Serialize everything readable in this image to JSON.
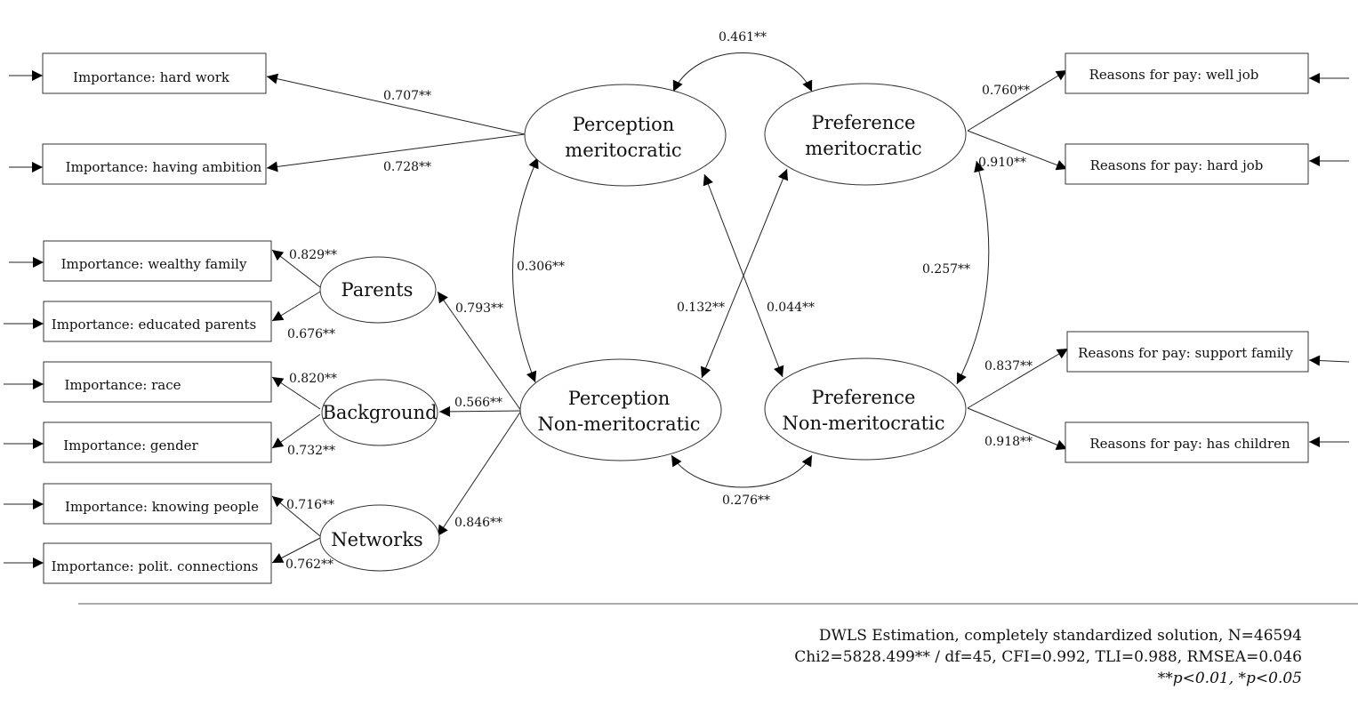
{
  "indicators": {
    "hard_work": "Importance: hard work",
    "ambition": "Importance: having ambition",
    "wealthy_family": "Importance: wealthy family",
    "educated_parents": "Importance: educated parents",
    "race": "Importance: race",
    "gender": "Importance: gender",
    "knowing_people": "Importance: knowing people",
    "polit_connections": "Importance: polit. connections",
    "pay_well_job": "Reasons for pay: well job",
    "pay_hard_job": "Reasons for pay: hard job",
    "pay_support_family": "Reasons for pay: support family",
    "pay_has_children": "Reasons for pay: has children"
  },
  "latents": {
    "perc_merit": [
      "Perception",
      "meritocratic"
    ],
    "pref_merit": [
      "Preference",
      "meritocratic"
    ],
    "perc_nonmerit": [
      "Perception",
      "Non-meritocratic"
    ],
    "pref_nonmerit": [
      "Preference",
      "Non-meritocratic"
    ],
    "parents": "Parents",
    "background": "Background",
    "networks": "Networks"
  },
  "coefficients": {
    "hard_work": "0.707**",
    "ambition": "0.728**",
    "wealthy_family": "0.829**",
    "educated_parents": "0.676**",
    "race": "0.820**",
    "gender": "0.732**",
    "knowing_people": "0.716**",
    "polit_connections": "0.762**",
    "parents": "0.793**",
    "background": "0.566**",
    "networks": "0.846**",
    "pay_well_job": "0.760**",
    "pay_hard_job": "0.910**",
    "pay_support_family": "0.837**",
    "pay_has_children": "0.918**",
    "cov_top": "0.461**",
    "cov_bottom": "0.276**",
    "cov_left": "0.306**",
    "cov_right": "0.257**",
    "cov_diag_a": "0.132**",
    "cov_diag_b": "0.044**"
  },
  "footnote": {
    "line1": "DWLS Estimation, completely standardized solution, N=46594",
    "line2": "Chi2=5828.499** / df=45, CFI=0.992, TLI=0.988, RMSEA=0.046",
    "line3": "**p<0.01, *p<0.05"
  }
}
